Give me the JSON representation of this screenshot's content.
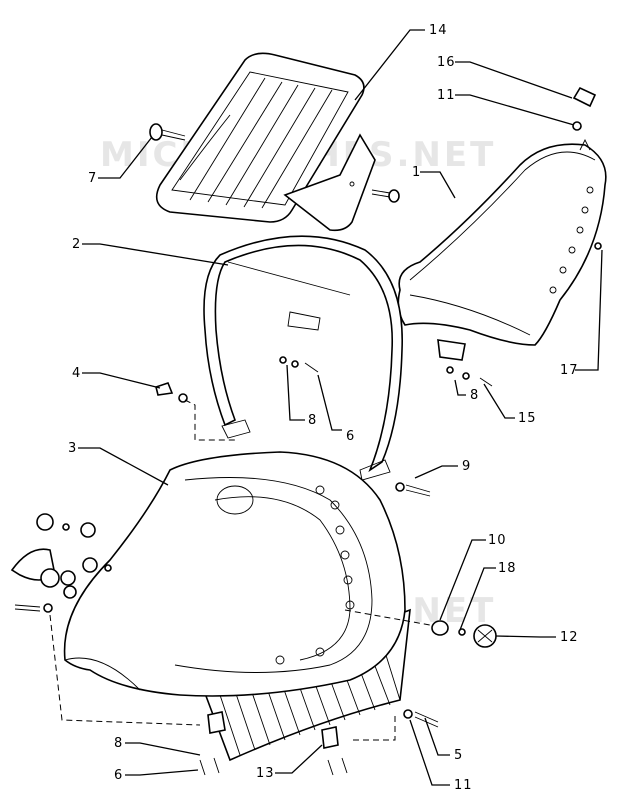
{
  "watermark": {
    "text_top": "MICROFICHES.NET",
    "text_bottom": "MICROFICHES.NET",
    "color": "#e6e6e6"
  },
  "callouts": {
    "c1": "1",
    "c2": "2",
    "c3": "3",
    "c4": "4",
    "c5": "5",
    "c6a": "6",
    "c6b": "6",
    "c7": "7",
    "c8a": "8",
    "c8b": "8",
    "c8c": "8",
    "c9": "9",
    "c10": "10",
    "c11a": "11",
    "c11b": "11",
    "c12": "12",
    "c13": "13",
    "c14": "14",
    "c15": "15",
    "c16": "16",
    "c17": "17",
    "c18": "18"
  }
}
